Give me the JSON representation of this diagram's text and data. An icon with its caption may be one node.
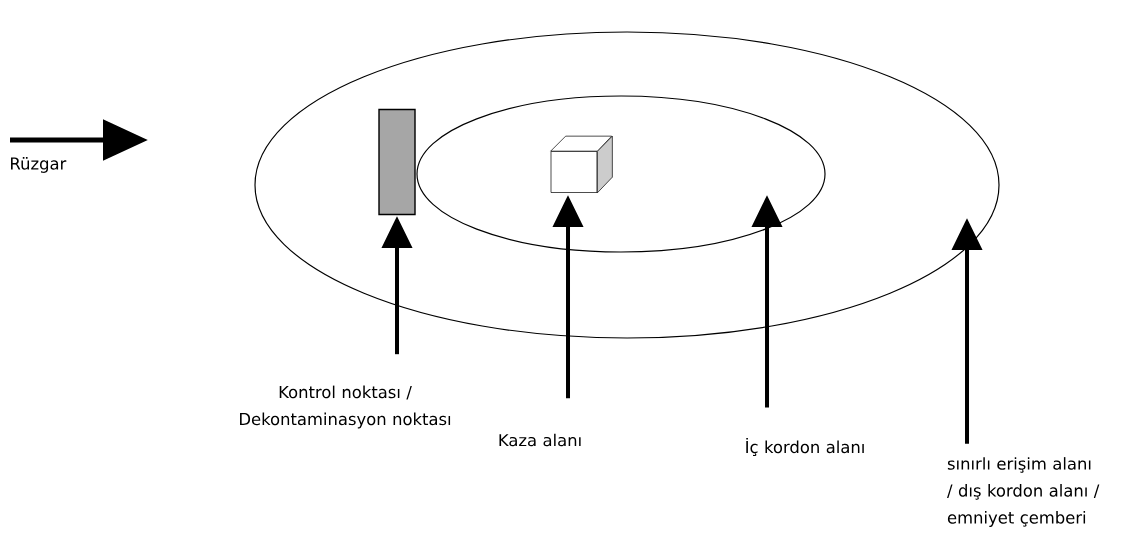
{
  "diagram": {
    "nodes": [
      {
        "text": [],
        "shape": "ellipse"
      },
      {
        "text": [],
        "shape": "ellipse",
        "in": 0
      },
      {
        "text": [],
        "shape": "bar",
        "in": 0
      },
      {
        "text": [],
        "shape": "box",
        "in": 1
      },
      {
        "text": [
          "Kontrol noktası / Dekontaminasyon noktası"
        ]
      },
      {
        "text": [
          "Kaza alanı"
        ]
      },
      {
        "text": [
          "İç kordon alanı"
        ]
      },
      {
        "text": [
          "sınırlı erişim alanı / dış kordon alanı / emniyet çemberi"
        ]
      }
    ],
    "edges": [
      {
        "from": 4,
        "to": 2,
        "arrow": "to"
      },
      {
        "from": 5,
        "to": 3,
        "arrow": "to"
      },
      {
        "from": 6,
        "to": 1,
        "arrow": "to"
      },
      {
        "from": 7,
        "to": 0,
        "arrow": "to"
      }
    ],
    "labels": [
      "Rüzgar"
    ]
  }
}
